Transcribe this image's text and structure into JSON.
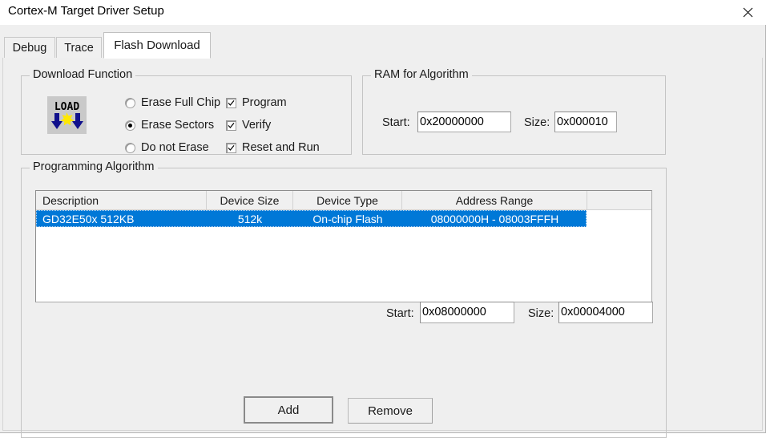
{
  "window": {
    "title": "Cortex-M Target Driver Setup",
    "close_icon": "close-icon"
  },
  "tabs": [
    {
      "label": "Debug",
      "active": false
    },
    {
      "label": "Trace",
      "active": false
    },
    {
      "label": "Flash Download",
      "active": true
    }
  ],
  "download_function": {
    "title": "Download Function",
    "icon": "load-icon",
    "radios": [
      {
        "label": "Erase Full Chip",
        "checked": false
      },
      {
        "label": "Erase Sectors",
        "checked": true
      },
      {
        "label": "Do not Erase",
        "checked": false
      }
    ],
    "checkboxes": [
      {
        "label": "Program",
        "checked": true
      },
      {
        "label": "Verify",
        "checked": true
      },
      {
        "label": "Reset and Run",
        "checked": true
      }
    ]
  },
  "ram_for_algorithm": {
    "title": "RAM for Algorithm",
    "start_label": "Start:",
    "start_value": "0x20000000",
    "size_label": "Size:",
    "size_value": "0x000010"
  },
  "programming_algorithm": {
    "title": "Programming Algorithm",
    "columns": [
      "Description",
      "Device Size",
      "Device Type",
      "Address Range",
      ""
    ],
    "rows": [
      {
        "description": "GD32E50x 512KB",
        "device_size": "512k",
        "device_type": "On-chip Flash",
        "address_range": "08000000H - 08003FFFH",
        "selected": true
      }
    ],
    "start_label": "Start:",
    "start_value": "0x08000000",
    "size_label": "Size:",
    "size_value": "0x00004000"
  },
  "buttons": {
    "add_label": "Add",
    "remove_label": "Remove"
  },
  "colors": {
    "selection_blue": "#0078d7",
    "window_background": "#efefef",
    "field_background": "#ffffff"
  }
}
